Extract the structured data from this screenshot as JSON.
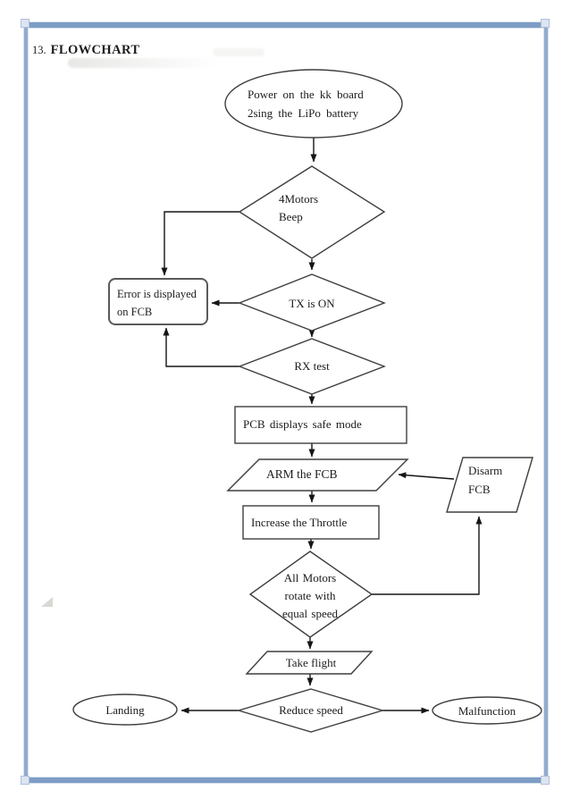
{
  "page": {
    "section_number": "13.",
    "section_title": "FLOWCHART"
  },
  "colors": {
    "frame_blue": "#7d9dc4",
    "frame_blue_light": "#d8e1ef",
    "shape_stroke": "#3e3e3e",
    "connector_black": "#151515",
    "text": "#1c1c1c"
  },
  "flowchart": {
    "nodes": {
      "power_on": {
        "type": "terminator",
        "label": "Power on the kk board\n2sing the LiPo battery"
      },
      "motors_beep": {
        "type": "decision",
        "label": "4Motors\nBeep"
      },
      "error_display": {
        "type": "process",
        "label": "Error is displayed\non FCB"
      },
      "tx_on": {
        "type": "decision",
        "label": "TX is ON"
      },
      "rx_test": {
        "type": "decision",
        "label": "RX test"
      },
      "safe_mode": {
        "type": "process",
        "label": "PCB displays safe mode"
      },
      "arm_fcb": {
        "type": "input",
        "label": "ARM the FCB"
      },
      "disarm_fcb": {
        "type": "input",
        "label": "Disarm\nFCB"
      },
      "increase_throttle": {
        "type": "process",
        "label": "Increase the Throttle"
      },
      "motors_equal_speed": {
        "type": "decision",
        "label": "All Motors\nrotate with\nequal speed"
      },
      "take_flight": {
        "type": "input",
        "label": "Take flight"
      },
      "reduce_speed": {
        "type": "decision",
        "label": "Reduce speed"
      },
      "landing": {
        "type": "terminator",
        "label": "Landing"
      },
      "malfunction": {
        "type": "terminator",
        "label": "Malfunction"
      }
    }
  }
}
